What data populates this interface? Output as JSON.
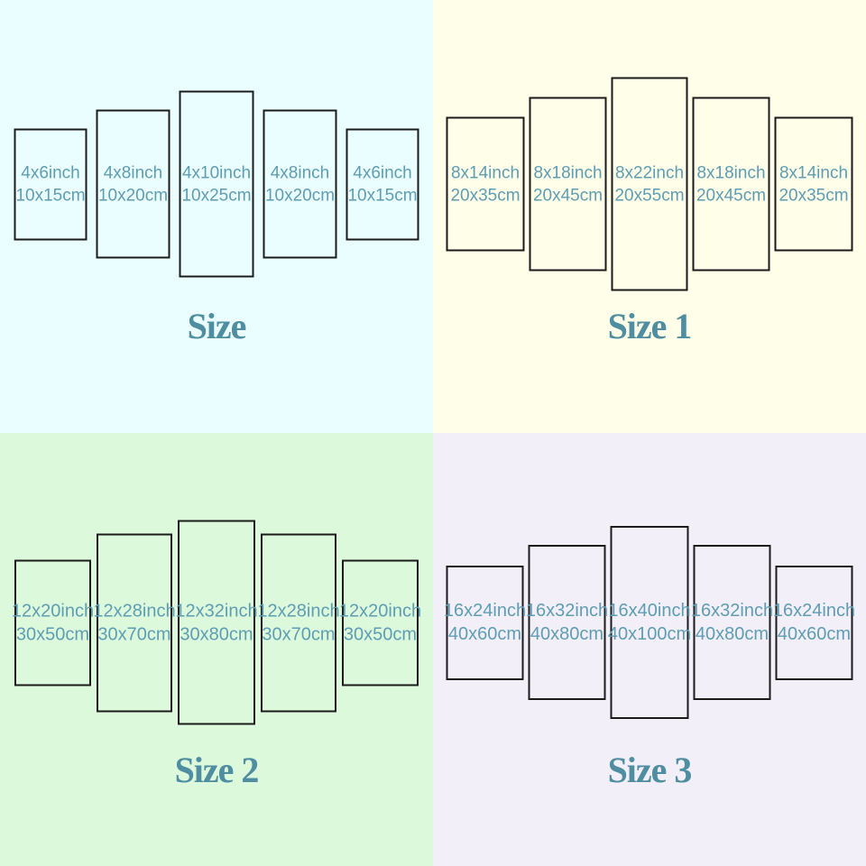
{
  "colors": {
    "panel-border": "#1b1b1b",
    "label-text": "#5e9db3",
    "title-text": "#4f8da0"
  },
  "quadrants": [
    {
      "title": "Size",
      "background": "#eafeff",
      "panels": [
        {
          "inch": "4x6inch",
          "cm": "10x15cm"
        },
        {
          "inch": "4x8inch",
          "cm": "10x20cm"
        },
        {
          "inch": "4x10inch",
          "cm": "10x25cm"
        },
        {
          "inch": "4x8inch",
          "cm": "10x20cm"
        },
        {
          "inch": "4x6inch",
          "cm": "10x15cm"
        }
      ]
    },
    {
      "title": "Size 1",
      "background": "#fffee8",
      "panels": [
        {
          "inch": "8x14inch",
          "cm": "20x35cm"
        },
        {
          "inch": "8x18inch",
          "cm": "20x45cm"
        },
        {
          "inch": "8x22inch",
          "cm": "20x55cm"
        },
        {
          "inch": "8x18inch",
          "cm": "20x45cm"
        },
        {
          "inch": "8x14inch",
          "cm": "20x35cm"
        }
      ]
    },
    {
      "title": "Size 2",
      "background": "#dcfadb",
      "panels": [
        {
          "inch": "12x20inch",
          "cm": "30x50cm"
        },
        {
          "inch": "12x28inch",
          "cm": "30x70cm"
        },
        {
          "inch": "12x32inch",
          "cm": "30x80cm"
        },
        {
          "inch": "12x28inch",
          "cm": "30x70cm"
        },
        {
          "inch": "12x20inch",
          "cm": "30x50cm"
        }
      ]
    },
    {
      "title": "Size 3",
      "background": "#f3eff9",
      "panels": [
        {
          "inch": "16x24inch",
          "cm": "40x60cm"
        },
        {
          "inch": "16x32inch",
          "cm": "40x80cm"
        },
        {
          "inch": "16x40inch",
          "cm": "40x100cm"
        },
        {
          "inch": "16x32inch",
          "cm": "40x80cm"
        },
        {
          "inch": "16x24inch",
          "cm": "40x60cm"
        }
      ]
    }
  ]
}
